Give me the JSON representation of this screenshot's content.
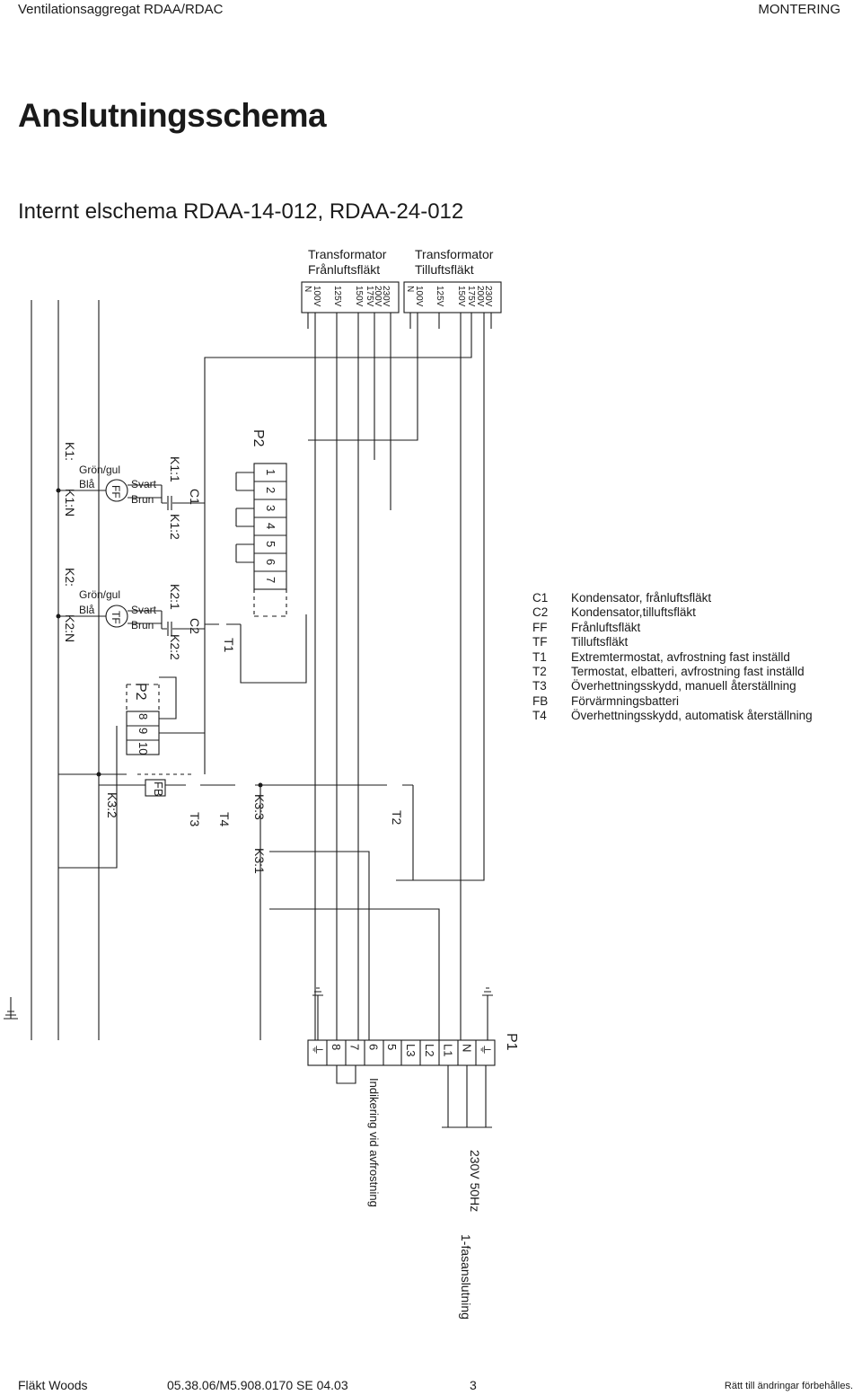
{
  "header": {
    "left": "Ventilationsaggregat RDAA/RDAC",
    "right": "MONTERING"
  },
  "title": "Anslutningsschema",
  "subtitle": "Internt elschema RDAA-14-012, RDAA-24-012",
  "transformers": [
    {
      "title_line1": "Transformator",
      "title_line2": "Frånluftsfläkt",
      "taps": [
        "N",
        "100V",
        "125V",
        "150V",
        "175V",
        "200V",
        "230V"
      ]
    },
    {
      "title_line1": "Transformator",
      "title_line2": "Tilluftsfläkt",
      "taps": [
        "N",
        "100V",
        "125V",
        "150V",
        "175V",
        "200V",
        "230V"
      ]
    }
  ],
  "fan1": {
    "k_label": "K1:",
    "kn_label": "K1:N",
    "ground_label": "Grön/gul",
    "blue_label": "Blå",
    "symbol": "FF",
    "black_label": "Svart",
    "brown_label": "Brun",
    "k1_label": "K1:1",
    "k2_label": "K1:2",
    "cap_label": "C1"
  },
  "fan2": {
    "k_label": "K2:",
    "kn_label": "K2:N",
    "ground_label": "Grön/gul",
    "blue_label": "Blå",
    "symbol": "TF",
    "black_label": "Svart",
    "brown_label": "Brun",
    "k1_label": "K2:1",
    "k2_label": "K2:2",
    "cap_label": "C2"
  },
  "p2_top": {
    "name": "P2",
    "terminals": [
      "1",
      "2",
      "3",
      "4",
      "5",
      "6",
      "7"
    ]
  },
  "p2_bottom": {
    "name": "P2",
    "terminals": [
      "8",
      "9",
      "10"
    ]
  },
  "t1_label": "T1",
  "lower": {
    "k32": "K3:2",
    "fb": "FB",
    "t3": "T3",
    "t4": "T4",
    "k33": "K3:3",
    "t2": "T2",
    "k31": "K3:1"
  },
  "p1": {
    "name": "P1",
    "terminals": [
      "⏚",
      "8",
      "7",
      "6",
      "5",
      "L3",
      "L2",
      "L1",
      "N",
      "⏚"
    ]
  },
  "indication_label": "Indikering vid avfrostning",
  "supply_label": "230V 50Hz",
  "phase_label": "1-fasanslutning",
  "legend": [
    {
      "code": "C1",
      "text": "Kondensator, frånluftsfläkt"
    },
    {
      "code": "C2",
      "text": "Kondensator,tilluftsfläkt"
    },
    {
      "code": "FF",
      "text": "Frånluftsfläkt"
    },
    {
      "code": "TF",
      "text": "Tilluftsfläkt"
    },
    {
      "code": "T1",
      "text": "Extremtermostat, avfrostning fast inställd"
    },
    {
      "code": "T2",
      "text": "Termostat, elbatteri, avfrostning fast inställd"
    },
    {
      "code": "T3",
      "text": "Överhettningsskydd, manuell återställning"
    },
    {
      "code": "FB",
      "text": "Förvärmningsbatteri"
    },
    {
      "code": "T4",
      "text": "Överhettningsskydd, automatisk återställning"
    }
  ],
  "footer": {
    "company": "Fläkt Woods",
    "doc": "05.38.06/M5.908.0170 SE  04.03",
    "page": "3",
    "note": "Rätt till ändringar förbehålles."
  }
}
